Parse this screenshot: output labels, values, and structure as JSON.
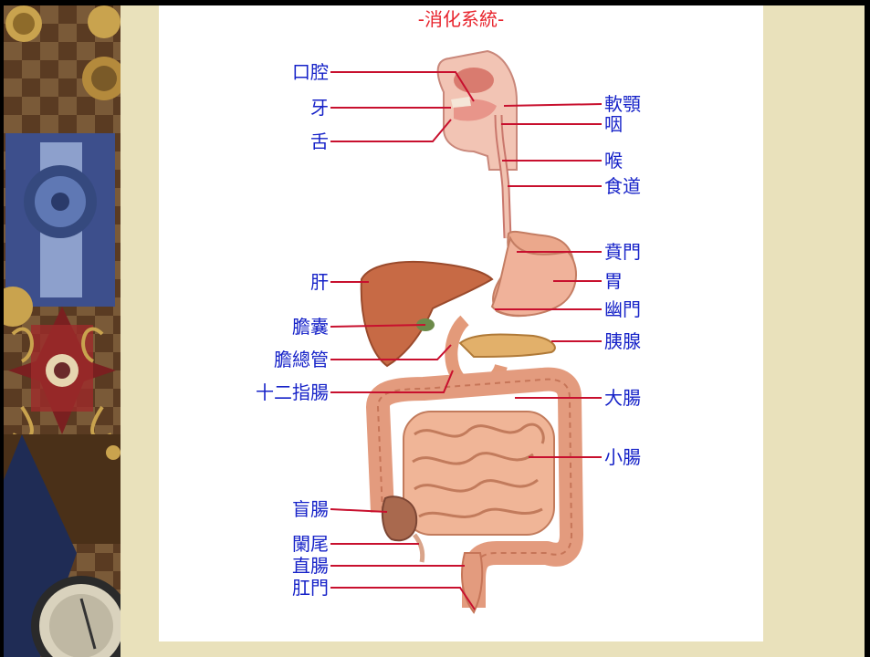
{
  "title": "-消化系統-",
  "labels_left": [
    {
      "id": "oral-cavity",
      "text": "口腔"
    },
    {
      "id": "teeth",
      "text": "牙"
    },
    {
      "id": "tongue",
      "text": "舌"
    },
    {
      "id": "liver",
      "text": "肝"
    },
    {
      "id": "gallbladder",
      "text": "膽囊"
    },
    {
      "id": "common-bile-duct",
      "text": "膽總管"
    },
    {
      "id": "duodenum",
      "text": "十二指腸"
    },
    {
      "id": "cecum",
      "text": "盲腸"
    },
    {
      "id": "appendix",
      "text": "闌尾"
    },
    {
      "id": "rectum",
      "text": "直腸"
    },
    {
      "id": "anus",
      "text": "肛門"
    }
  ],
  "labels_right": [
    {
      "id": "soft-palate",
      "text": "軟顎"
    },
    {
      "id": "pharynx",
      "text": "咽"
    },
    {
      "id": "larynx",
      "text": "喉"
    },
    {
      "id": "esophagus",
      "text": "食道"
    },
    {
      "id": "cardia",
      "text": "賁門"
    },
    {
      "id": "stomach",
      "text": "胃"
    },
    {
      "id": "pylorus",
      "text": "幽門"
    },
    {
      "id": "pancreas",
      "text": "胰腺"
    },
    {
      "id": "large-intestine",
      "text": "大腸"
    },
    {
      "id": "small-intestine",
      "text": "小腸"
    }
  ],
  "colors": {
    "title": "#e8242d",
    "label_text": "#1622c8",
    "leader_line": "#c8102e",
    "organ": "#e59a7c",
    "background": "#e9e1bb"
  }
}
